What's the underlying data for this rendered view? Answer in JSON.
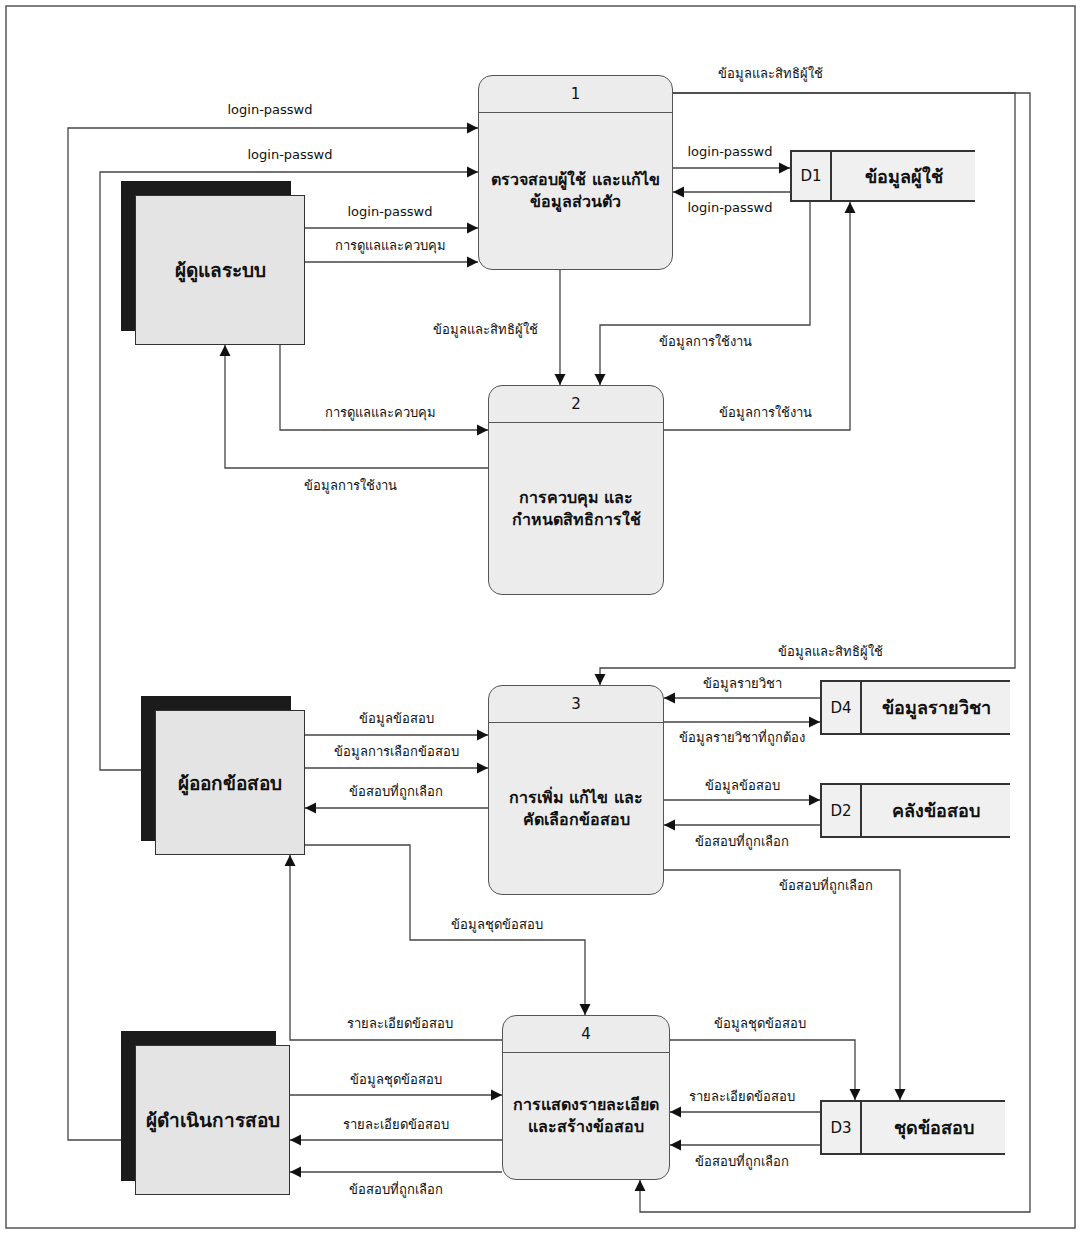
{
  "diagram": {
    "nodes": [
      {
        "text": [
          "1",
          "ตรวจสอบผู้ใช้ และแก้ไขข้อมูลส่วนตัว"
        ]
      },
      {
        "text": [
          "D1",
          "ข้อมูลผู้ใช้"
        ]
      },
      {
        "text": [
          "ผู้ดูแลระบบ"
        ]
      },
      {
        "text": [
          "2",
          "การควบคุม และกำหนดสิทธิการใช้"
        ]
      },
      {
        "text": [
          "3",
          "การเพิ่ม แก้ไข และคัดเลือกข้อสอบ"
        ]
      },
      {
        "text": [
          "D4",
          "ข้อมูลรายวิชา"
        ]
      },
      {
        "text": [
          "ผู้ออกข้อสอบ"
        ]
      },
      {
        "text": [
          "D2",
          "คลังข้อสอบ"
        ]
      },
      {
        "text": [
          "4",
          "การแสดงรายละเอียด และสร้างข้อสอบ"
        ]
      },
      {
        "text": [
          "ผู้ดำเนินการสอบ"
        ]
      },
      {
        "text": [
          "D3",
          "ชุดข้อสอบ"
        ]
      }
    ],
    "edges": [
      {
        "from": 9,
        "to": 0,
        "label": "login-passwd",
        "arrow": "to"
      },
      {
        "from": 6,
        "to": 0,
        "label": "login-passwd",
        "arrow": "to"
      },
      {
        "from": 2,
        "to": 0,
        "label": "login-passwd",
        "arrow": "to"
      },
      {
        "from": 2,
        "to": 0,
        "label": "การดูแลและควบคุม",
        "arrow": "to"
      },
      {
        "from": 0,
        "to": 1,
        "label": "login-passwd",
        "arrow": "to"
      },
      {
        "from": 1,
        "to": 0,
        "label": "login-passwd",
        "arrow": "to"
      },
      {
        "from": 0,
        "to": 3,
        "label": "ข้อมูลและสิทธิผู้ใช้",
        "arrow": "to"
      },
      {
        "from": 1,
        "to": 3,
        "label": "ข้อมูลการใช้งาน",
        "arrow": "to"
      },
      {
        "from": 3,
        "to": 1,
        "label": "ข้อมูลการใช้งาน",
        "arrow": "to"
      },
      {
        "from": 2,
        "to": 3,
        "label": "การดูแลและควบคุม",
        "arrow": "to"
      },
      {
        "from": 3,
        "to": 2,
        "label": "ข้อมูลการใช้งาน",
        "arrow": "to"
      },
      {
        "from": 0,
        "to": 4,
        "label": "ข้อมูลและสิทธิผู้ใช้",
        "arrow": "to"
      },
      {
        "from": 0,
        "to": 8,
        "label": "ข้อมูลและสิทธิผู้ใช้",
        "arrow": "to"
      },
      {
        "from": 6,
        "to": 4,
        "label": "ข้อมูลข้อสอบ",
        "arrow": "to"
      },
      {
        "from": 6,
        "to": 4,
        "label": "ข้อมูลการเลือกข้อสอบ",
        "arrow": "to"
      },
      {
        "from": 4,
        "to": 6,
        "label": "ข้อสอบที่ถูกเลือก",
        "arrow": "to"
      },
      {
        "from": 5,
        "to": 4,
        "label": "ข้อมูลรายวิชา",
        "arrow": "to"
      },
      {
        "from": 4,
        "to": 5,
        "label": "ข้อมูลรายวิชาที่ถูกต้อง",
        "arrow": "to"
      },
      {
        "from": 4,
        "to": 7,
        "label": "ข้อมูลข้อสอบ",
        "arrow": "to"
      },
      {
        "from": 7,
        "to": 4,
        "label": "ข้อสอบที่ถูกเลือก",
        "arrow": "to"
      },
      {
        "from": 4,
        "to": 10,
        "label": "ข้อสอบที่ถูกเลือก",
        "arrow": "to"
      },
      {
        "from": 6,
        "to": 8,
        "label": "ข้อมูลชุดข้อสอบ",
        "arrow": "to"
      },
      {
        "from": 8,
        "to": 6,
        "label": "รายละเอียดข้อสอบ",
        "arrow": "to"
      },
      {
        "from": 8,
        "to": 10,
        "label": "ข้อมูลชุดข้อสอบ",
        "arrow": "to"
      },
      {
        "from": 10,
        "to": 8,
        "label": "รายละเอียดข้อสอบ",
        "arrow": "to"
      },
      {
        "from": 10,
        "to": 8,
        "label": "ข้อสอบที่ถูกเลือก",
        "arrow": "to"
      },
      {
        "from": 9,
        "to": 8,
        "label": "ข้อมูลชุดข้อสอบ",
        "arrow": "to"
      },
      {
        "from": 8,
        "to": 9,
        "label": "รายละเอียดข้อสอบ",
        "arrow": "to"
      },
      {
        "from": 8,
        "to": 9,
        "label": "ข้อสอบที่ถูกเลือก",
        "arrow": "to"
      }
    ]
  }
}
